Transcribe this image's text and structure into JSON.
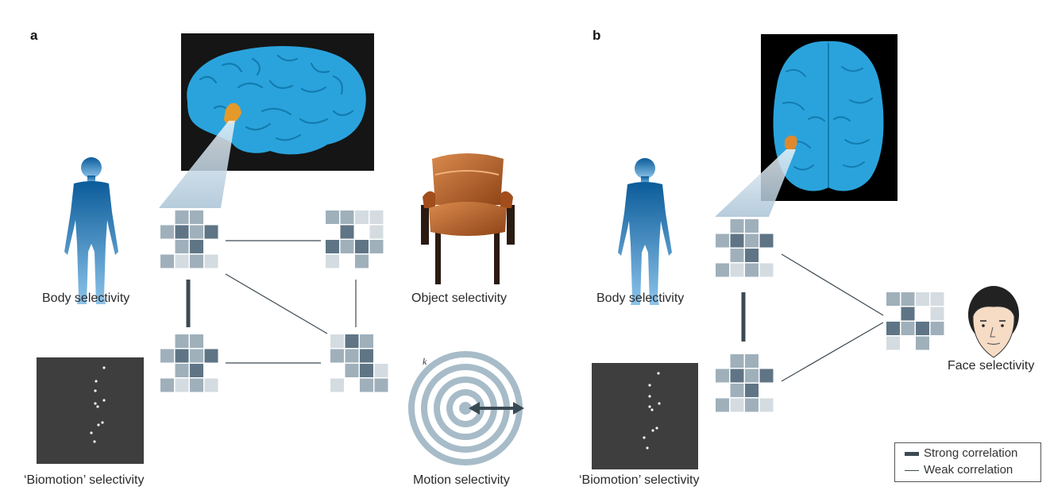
{
  "panels": [
    {
      "letter": "a",
      "labels": {
        "body": "Body selectivity",
        "biomotion": "‘Biomotion’ selectivity",
        "object": "Object selectivity",
        "motion": "Motion selectivity"
      },
      "motion_stimulus_letter": "k"
    },
    {
      "letter": "b",
      "labels": {
        "body": "Body selectivity",
        "biomotion": "‘Biomotion’ selectivity",
        "face": "Face selectivity"
      }
    }
  ],
  "legend": {
    "strong": "Strong correlation",
    "weak": "Weak correlation"
  },
  "colors": {
    "brain": "#2aa3dc",
    "brain_bg": "#151515",
    "roi": "#e39a2a",
    "body_top": "#0b5c9a",
    "body_bottom": "#8cc3ea",
    "matrix_dark": "#5f7585",
    "matrix_mid": "#9fb0bb",
    "matrix_light": "#d4dce1",
    "stimulus_bg": "#3e3e3e",
    "line": "#44535c",
    "chair": "#b8622a"
  }
}
